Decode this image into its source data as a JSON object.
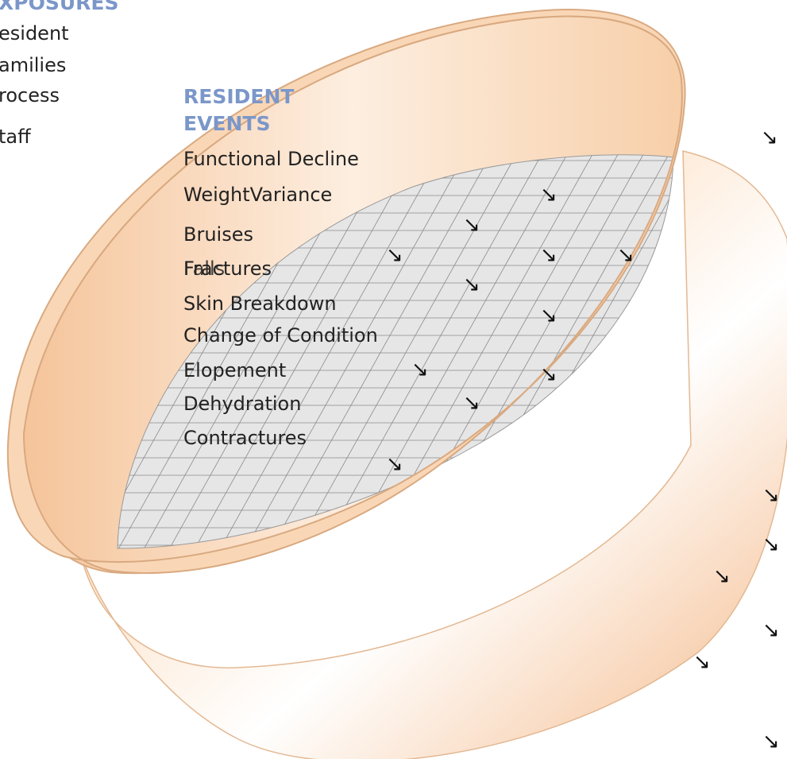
{
  "exposures": {
    "heading": "XPOSURES",
    "items": [
      "esident",
      "amilies",
      "rocess",
      "taff"
    ]
  },
  "resident_events": {
    "heading_line1": "RESIDENT",
    "heading_line2": "EVENTS",
    "items": [
      "Functional Decline",
      "WeightVariance",
      "Bruises",
      "Fractures",
      "Falls",
      "Skin Breakdown",
      "Change of Condition",
      "Elopement",
      "Dehydration",
      "Contractures"
    ]
  },
  "arrow_glyph": "↘",
  "colors": {
    "sieve_rim": "#f6c79b",
    "mesh": "#e6e6e6",
    "heading": "#7b97c9"
  }
}
